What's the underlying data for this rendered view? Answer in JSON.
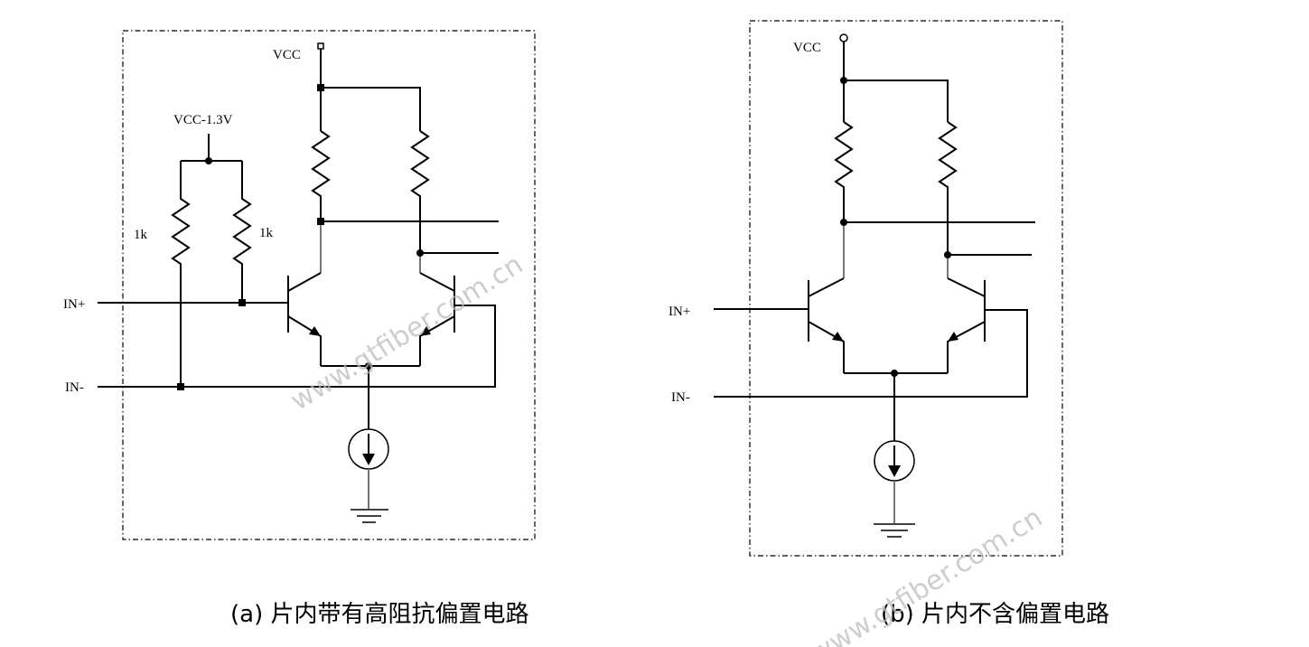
{
  "figure_a": {
    "labels": {
      "vcc": "VCC",
      "bias_vcc": "VCC-1.3V",
      "res_left": "1k",
      "res_right": "1k",
      "in_plus": "IN+",
      "in_minus": "IN-"
    },
    "caption": "(a)  片内带有高阻抗偏置电路"
  },
  "figure_b": {
    "labels": {
      "vcc": "VCC",
      "in_plus": "IN+",
      "in_minus": "IN-"
    },
    "caption": "(b)  片内不含偏置电路"
  },
  "watermarks": [
    "www.gtfiber.com.cn",
    "www.gtfiber.com.cn"
  ]
}
